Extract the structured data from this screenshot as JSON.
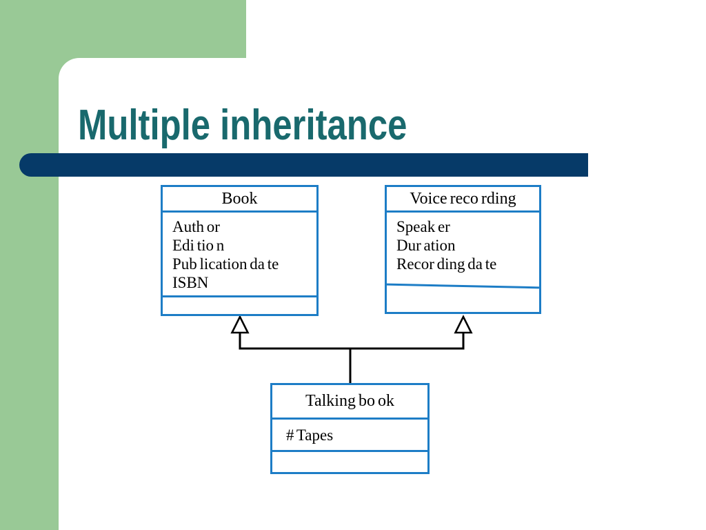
{
  "slide": {
    "title": "Multiple inheritance",
    "colors": {
      "sidebar_green": "#99c996",
      "accent_navy": "#063a68",
      "title_teal": "#19696d",
      "class_border_blue": "#1d7dc6",
      "connector_black": "#000000"
    }
  },
  "diagram": {
    "classes": [
      {
        "name": "Book",
        "attributes": [
          "Auth or",
          "Edi tio n",
          "Pub lication da te",
          "ISBN"
        ],
        "operations": []
      },
      {
        "name": "Voice reco rding",
        "attributes": [
          "Speak er",
          "Dur ation",
          "Recor ding da te"
        ],
        "operations": []
      },
      {
        "name": "Talking bo ok",
        "attributes": [
          "# Tapes"
        ],
        "operations": []
      }
    ],
    "relationships": [
      {
        "type": "inheritance",
        "from": "Talking book",
        "to": "Book"
      },
      {
        "type": "inheritance",
        "from": "Talking book",
        "to": "Voice recording"
      }
    ]
  }
}
